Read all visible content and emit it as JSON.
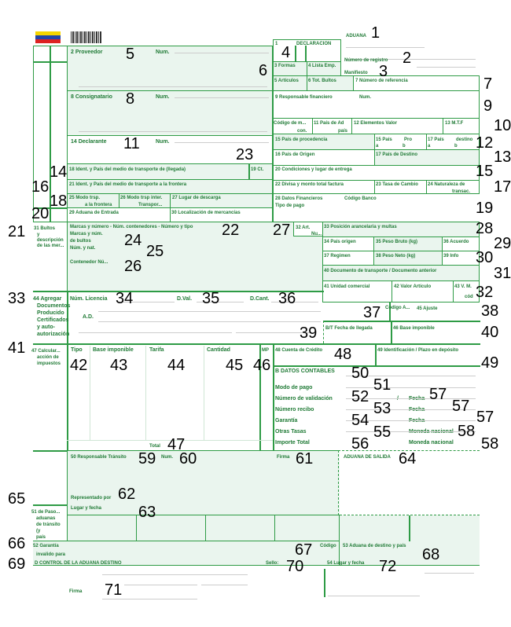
{
  "colors": {
    "accent": "#2e9b45",
    "fill": "#eaf5ee"
  },
  "icons": {
    "flag": "venezuela-flag-icon",
    "barcode": "barcode-icon"
  },
  "labels": {
    "aduana": "ADUANA",
    "declaracion": "DECLARACION",
    "b1": "1",
    "reg": "Número de registro",
    "manif": "Manifiesto",
    "formas": "3 Formas",
    "lista": "4 Lista Emp.",
    "art": "5 Artículos",
    "bultos": "6 Tot. Bultos",
    "ref": "7 Número de referencia",
    "resp": "9 Responsable financiero",
    "num": "Num.",
    "codm": "Código de m...",
    "con": "con.",
    "pais11": "11 País de Ad",
    "pais11b": "país",
    "elem": "12 Elementos Valor",
    "mtf": "13 M.T.F",
    "proc": "15 País de procedencia",
    "p15": "15 País",
    "pro": "Pro",
    "p17": "17 País",
    "dest": "destino",
    "a": "a",
    "bb": "b",
    "orig": "16 País de Origen",
    "pdest": "17 País de Destino",
    "cond": "20 Condiciones y lugar de entrega",
    "divisa": "22 Divisa y monto total factura",
    "tasa": "23 Tasa de Cambio",
    "nat": "24 Naturaleza de",
    "transac": "transac.",
    "finan": "28 Datos Financieros",
    "banco": "Código Banco",
    "tipopago": "Tipo de pago",
    "prov": "2 Proveedor",
    "consig": "8 Consignatario",
    "decl": "14 Declarante",
    "l18": "18 Ident. y País del medio de transporte de (llegada)",
    "cl": "19 Ct.",
    "l21": "21 Ident. y País del medio de transporte a la frontera",
    "modo": "25 Modo trsp.",
    "front": "a la frontera",
    "modo26": "26 Modo trsp inter.",
    "transp": "Transpor...",
    "lugar": "27 Lugar de descarga",
    "entrada": "29 Aduana de Entrada",
    "local": "30 Localización de mercancías",
    "b31a": "31 Bultos",
    "b31b": "y",
    "b31c": "descripción",
    "b31d": "de las mer...",
    "marcas": "Marcas y número - Núm. contenedores - Número y tipo",
    "marcas2": "Marcas y núm.",
    "debultos": "de bultos",
    "numnat": "Núm. y nat.",
    "cont": "Contenedor Nú...",
    "art32": "32 Art.",
    "nu": "Nu...",
    "pos": "33 Posición arancelaria y multas",
    "porig": "34 País origen",
    "pbruto": "35 Peso Bruto (kg)",
    "acuerdo": "36 Acuerdo",
    "regimen": "37 Regimen",
    "pneto": "38 Peso Neto (kg)",
    "info": "39 Info",
    "doc40": "40 Documento de transporte / Documento anterior",
    "unidad": "41 Unidad comercial",
    "valor": "42 Valor Artículo",
    "vm": "43 V. M.",
    "cod": "cód",
    "a44": "44 Agregar",
    "a44b": "Documentos",
    "a44c": "Producido",
    "a44d": "Certificados",
    "a44e": "y auto-",
    "a44f": "autorización",
    "lic": "Núm. Licencia",
    "dval": "D.Val.",
    "dcant": "D.Cant.",
    "ad": "A.D.",
    "codA": "Código A...",
    "ajuste": "45 Ajuste",
    "bt": "B/T Fecha de llegada",
    "base46": "46 Base imponible",
    "calc": "47 Calcular...",
    "calc2": "acción de",
    "calc3": "impuestos",
    "tipo": "Tipo",
    "baseimp": "Base imponible",
    "tarifa": "Tarifa",
    "cantidad": "Cantidad",
    "mp": "MP",
    "total": "Total",
    "cuenta": "48 Cuenta de Crédito",
    "ident": "49 Identificación / Plazo en depósito",
    "bdatos": "B DATOS CONTABLES",
    "modopago": "Modo de pago",
    "valid": "Número de validación",
    "slash": "/",
    "fecha": "Fecha",
    "recibo": "Número recibo",
    "garantia": "Garantía",
    "otras": "Otras Tasas",
    "importe": "Importe Total",
    "moneda": "Moneda nacional",
    "resptr": "50 Responsable Tránsito",
    "firma": "Firma",
    "salida": "ADUANA DE SALIDA",
    "repr": "Representado por",
    "lugarf": "Lugar y fecha",
    "p51a": "51 de Paso...",
    "p51b": "aduanas",
    "p51c": "de tránsito",
    "p51d": "(y",
    "p51e": "país",
    "gar52": "52 Garantía",
    "inval": "invalido para",
    "codigo": "Código",
    "dest53": "53 Aduana de destino y país",
    "control": "D CONTROL DE LA ADUANA DESTINO",
    "sello": "Sello:",
    "lugar54": "54 Lugar y fecha"
  },
  "numbers": [
    "1",
    "2",
    "3",
    "4",
    "5",
    "6",
    "7",
    "8",
    "9",
    "10",
    "11",
    "12",
    "13",
    "14",
    "15",
    "16",
    "17",
    "18",
    "19",
    "20",
    "21",
    "22",
    "23",
    "24",
    "25",
    "26",
    "27",
    "28",
    "29",
    "30",
    "31",
    "32",
    "33",
    "34",
    "35",
    "36",
    "37",
    "38",
    "39",
    "40",
    "41",
    "42",
    "43",
    "44",
    "45",
    "46",
    "47",
    "48",
    "49",
    "50",
    "51",
    "52",
    "53",
    "54",
    "55",
    "56",
    "57",
    "58",
    "59",
    "60",
    "61",
    "62",
    "63",
    "64",
    "65",
    "66",
    "67",
    "68",
    "69",
    "70",
    "71",
    "72"
  ]
}
